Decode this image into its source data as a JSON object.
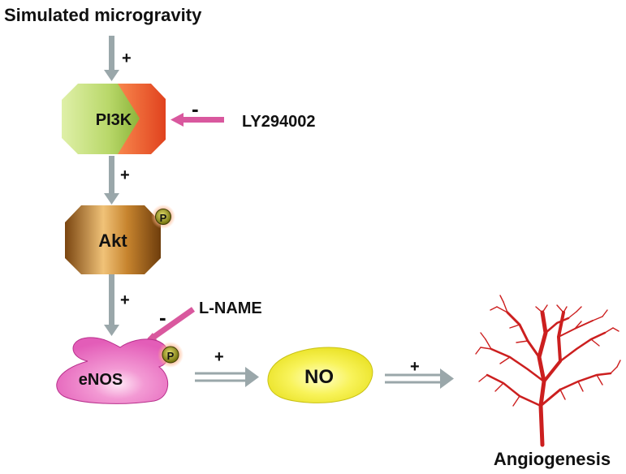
{
  "title": "Simulated microgravity",
  "nodes": {
    "pi3k": "PI3K",
    "akt": "Akt",
    "enos": "eNOS",
    "no": "NO",
    "angiogenesis": "Angiogenesis"
  },
  "phospho": {
    "akt": "P",
    "enos": "P"
  },
  "inhibitors": {
    "ly294002": "LY294002",
    "lname": "L-NAME"
  },
  "signs": {
    "micro_to_pi3k": "+",
    "pi3k_to_akt": "+",
    "akt_to_enos": "+",
    "enos_to_no": "+",
    "no_to_angio": "+",
    "ly_inhibit": "-",
    "lname_inhibit": "-"
  },
  "colors": {
    "activation_arrow": "#9aa7aa",
    "inhibition_arrow": "#d9589e",
    "pi3k_green": "#b9d86a",
    "pi3k_red": "#ee5a2a",
    "akt_brown": "#b06a1c",
    "enos_pink": "#ec7ec6",
    "no_yellow": "#f3ef3a",
    "vessel_red": "#cc1f1f",
    "phospho_olive": "#8c8a14"
  }
}
